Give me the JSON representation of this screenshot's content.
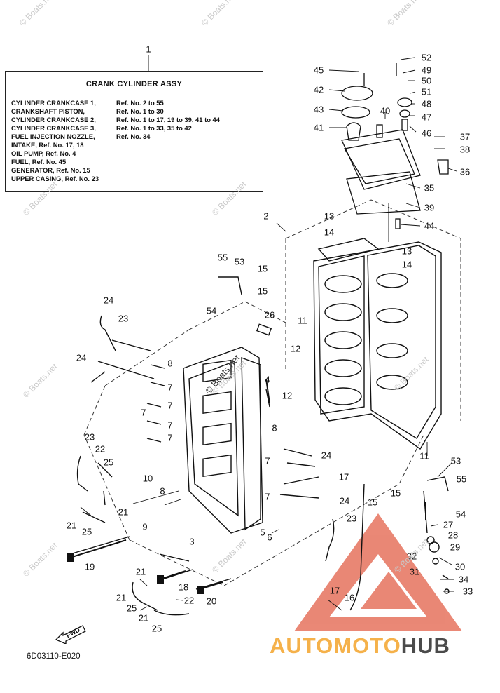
{
  "diagram": {
    "legend_title": "CRANK CYLINDER ASSY",
    "legend_callout": "1",
    "legend_rows": [
      {
        "label": "CYLINDER CRANKCASE 1,",
        "ref": "Ref. No. 2 to 55"
      },
      {
        "label": "CRANKSHAFT PISTON,",
        "ref": "Ref. No. 1 to 30"
      },
      {
        "label": "CYLINDER CRANKCASE 2,",
        "ref": "Ref. No. 1 to 17, 19 to 39, 41 to 44"
      },
      {
        "label": "CYLINDER CRANKCASE 3,",
        "ref": "Ref. No. 1 to 33, 35 to 42"
      },
      {
        "label": "FUEL INJECTION NOZZLE,",
        "ref": "Ref. No. 34"
      },
      {
        "label": "INTAKE,",
        "ref": "Ref. No. 17, 18"
      },
      {
        "label": "OIL PUMP,",
        "ref": "Ref. No. 4"
      },
      {
        "label": "FUEL,",
        "ref": "Ref. No. 45"
      },
      {
        "label": "GENERATOR,",
        "ref": "Ref. No. 15"
      },
      {
        "label": "UPPER CASING,",
        "ref": "Ref. No. 23"
      }
    ],
    "part_numbers": [
      {
        "id": "52",
        "label": "52"
      },
      {
        "id": "49",
        "label": "49"
      },
      {
        "id": "45",
        "label": "45"
      },
      {
        "id": "50",
        "label": "50"
      },
      {
        "id": "42",
        "label": "42"
      },
      {
        "id": "51",
        "label": "51"
      },
      {
        "id": "48",
        "label": "48"
      },
      {
        "id": "43",
        "label": "43"
      },
      {
        "id": "40",
        "label": "40"
      },
      {
        "id": "47",
        "label": "47"
      },
      {
        "id": "41",
        "label": "41"
      },
      {
        "id": "46",
        "label": "46"
      },
      {
        "id": "37",
        "label": "37"
      },
      {
        "id": "38",
        "label": "38"
      },
      {
        "id": "36",
        "label": "36"
      },
      {
        "id": "35",
        "label": "35"
      },
      {
        "id": "39",
        "label": "39"
      },
      {
        "id": "2",
        "label": "2"
      },
      {
        "id": "13a",
        "label": "13"
      },
      {
        "id": "44",
        "label": "44"
      },
      {
        "id": "14a",
        "label": "14"
      },
      {
        "id": "13b",
        "label": "13"
      },
      {
        "id": "14b",
        "label": "14"
      },
      {
        "id": "55a",
        "label": "55"
      },
      {
        "id": "53a",
        "label": "53"
      },
      {
        "id": "15a",
        "label": "15"
      },
      {
        "id": "15b",
        "label": "15"
      },
      {
        "id": "54a",
        "label": "54"
      },
      {
        "id": "24a",
        "label": "24"
      },
      {
        "id": "26",
        "label": "26"
      },
      {
        "id": "23a",
        "label": "23"
      },
      {
        "id": "11a",
        "label": "11"
      },
      {
        "id": "12a",
        "label": "12"
      },
      {
        "id": "24b",
        "label": "24"
      },
      {
        "id": "8a",
        "label": "8"
      },
      {
        "id": "7a",
        "label": "7"
      },
      {
        "id": "7b",
        "label": "7"
      },
      {
        "id": "4",
        "label": "4"
      },
      {
        "id": "12b",
        "label": "12"
      },
      {
        "id": "7c",
        "label": "7"
      },
      {
        "id": "7d",
        "label": "7"
      },
      {
        "id": "7e",
        "label": "7"
      },
      {
        "id": "23b",
        "label": "23"
      },
      {
        "id": "8b",
        "label": "8"
      },
      {
        "id": "22a",
        "label": "22"
      },
      {
        "id": "11b",
        "label": "11"
      },
      {
        "id": "25a",
        "label": "25"
      },
      {
        "id": "24c",
        "label": "24"
      },
      {
        "id": "7f",
        "label": "7"
      },
      {
        "id": "53b",
        "label": "53"
      },
      {
        "id": "10",
        "label": "10"
      },
      {
        "id": "17a",
        "label": "17"
      },
      {
        "id": "55b",
        "label": "55"
      },
      {
        "id": "8c",
        "label": "8"
      },
      {
        "id": "24d",
        "label": "24"
      },
      {
        "id": "7g",
        "label": "7"
      },
      {
        "id": "21a",
        "label": "21"
      },
      {
        "id": "15c",
        "label": "15"
      },
      {
        "id": "15d",
        "label": "15"
      },
      {
        "id": "54b",
        "label": "54"
      },
      {
        "id": "21b",
        "label": "21"
      },
      {
        "id": "25b",
        "label": "25"
      },
      {
        "id": "23c",
        "label": "23"
      },
      {
        "id": "27",
        "label": "27"
      },
      {
        "id": "9",
        "label": "9"
      },
      {
        "id": "5",
        "label": "5"
      },
      {
        "id": "6",
        "label": "6"
      },
      {
        "id": "3",
        "label": "3"
      },
      {
        "id": "28",
        "label": "28"
      },
      {
        "id": "29",
        "label": "29"
      },
      {
        "id": "19",
        "label": "19"
      },
      {
        "id": "32",
        "label": "32"
      },
      {
        "id": "30",
        "label": "30"
      },
      {
        "id": "31",
        "label": "31"
      },
      {
        "id": "34",
        "label": "34"
      },
      {
        "id": "21c",
        "label": "21"
      },
      {
        "id": "18",
        "label": "18"
      },
      {
        "id": "17b",
        "label": "17"
      },
      {
        "id": "33",
        "label": "33"
      },
      {
        "id": "16",
        "label": "16"
      },
      {
        "id": "21d",
        "label": "21"
      },
      {
        "id": "22b",
        "label": "22"
      },
      {
        "id": "20",
        "label": "20"
      },
      {
        "id": "25c",
        "label": "25"
      },
      {
        "id": "21e",
        "label": "21"
      },
      {
        "id": "25d",
        "label": "25"
      }
    ],
    "fwd_label": "FWD",
    "diagram_code": "6D03110-E020"
  },
  "watermark": {
    "text": "© Boats.net",
    "color": "#c9c9c9"
  },
  "brand": {
    "part1": "AUTOMOTO",
    "part2": "HUB",
    "logo_colors": [
      "#e0533a",
      "#f5b14a",
      "#4a4a4a"
    ]
  }
}
